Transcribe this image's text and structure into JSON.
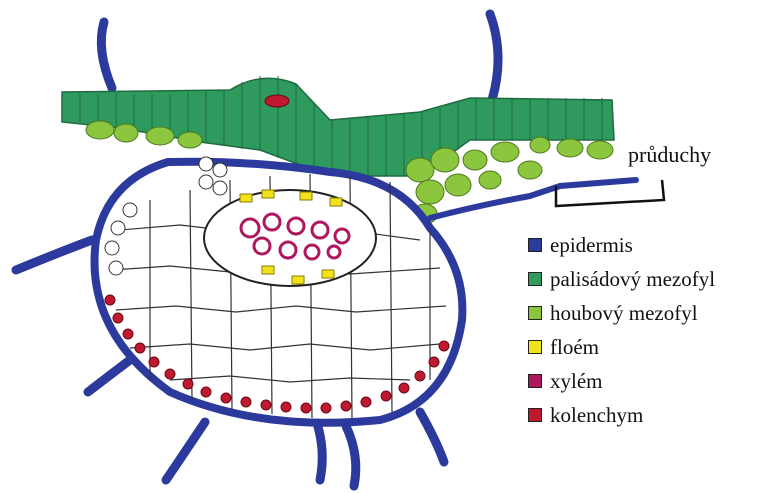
{
  "callout": {
    "label": "průduchy"
  },
  "legend": {
    "items": [
      {
        "label": "epidermis",
        "color": "#2b3a9c"
      },
      {
        "label": "palisádový mezofyl",
        "color": "#2e9a5e"
      },
      {
        "label": "houbový mezofyl",
        "color": "#8cc63e"
      },
      {
        "label": "floém",
        "color": "#f2e21c"
      },
      {
        "label": "xylém",
        "color": "#b0185e"
      },
      {
        "label": "kolenchym",
        "color": "#c0182e"
      }
    ]
  }
}
